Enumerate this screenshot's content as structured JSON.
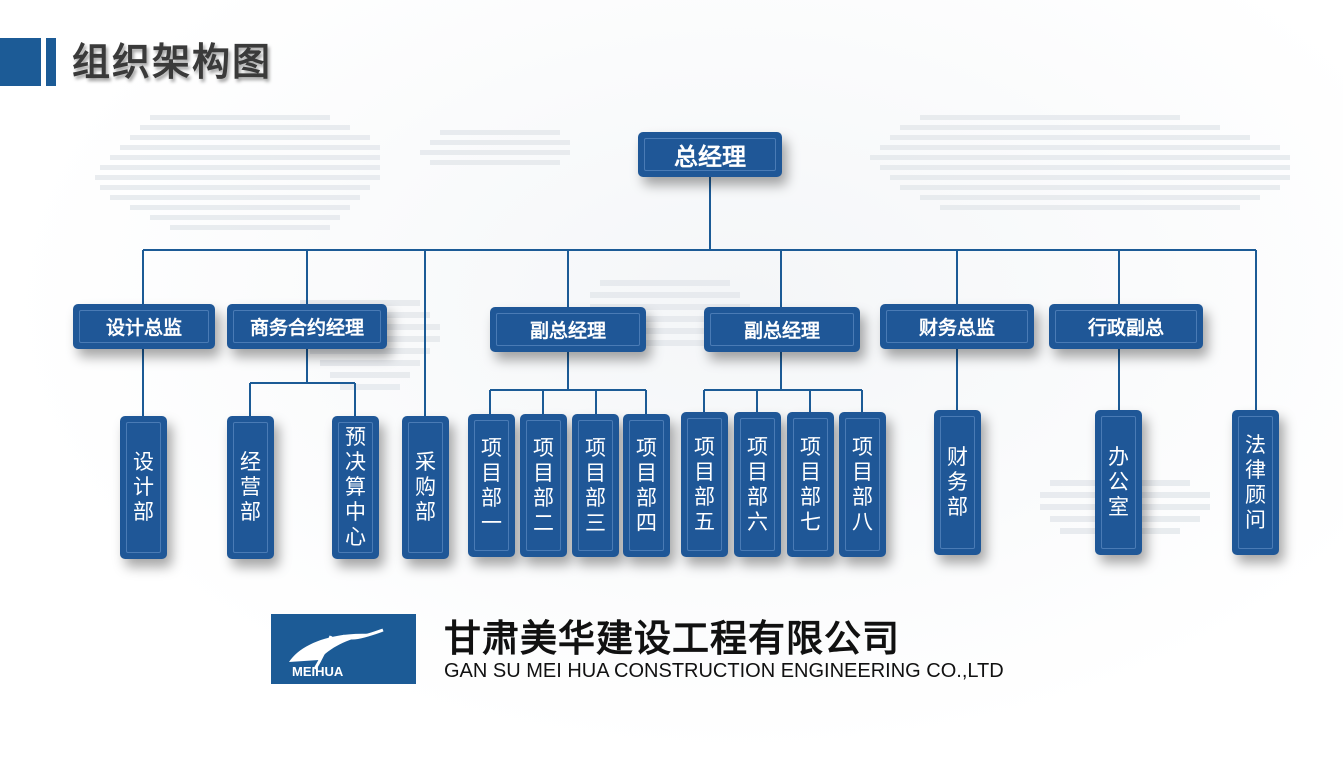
{
  "title": "组织架构图",
  "colors": {
    "box": "#1f5797",
    "line": "#1c5b96",
    "accent": "#1c5b96"
  },
  "ceo": "总经理",
  "managers": [
    "设计总监",
    "商务合约经理",
    "副总经理",
    "副总经理",
    "财务总监",
    "行政副总"
  ],
  "departments": [
    "设计部",
    "经营部",
    "预决算中心",
    "采购部",
    "项目部一",
    "项目部二",
    "项目部三",
    "项目部四",
    "项目部五",
    "项目部六",
    "项目部七",
    "项目部八",
    "财务部",
    "办公室",
    "法律顾问"
  ],
  "logo": {
    "text": "MEIHUA"
  },
  "company": {
    "name_cn": "甘肃美华建设工程有限公司",
    "name_en": "GAN SU MEI HUA CONSTRUCTION ENGINEERING CO.,LTD"
  }
}
